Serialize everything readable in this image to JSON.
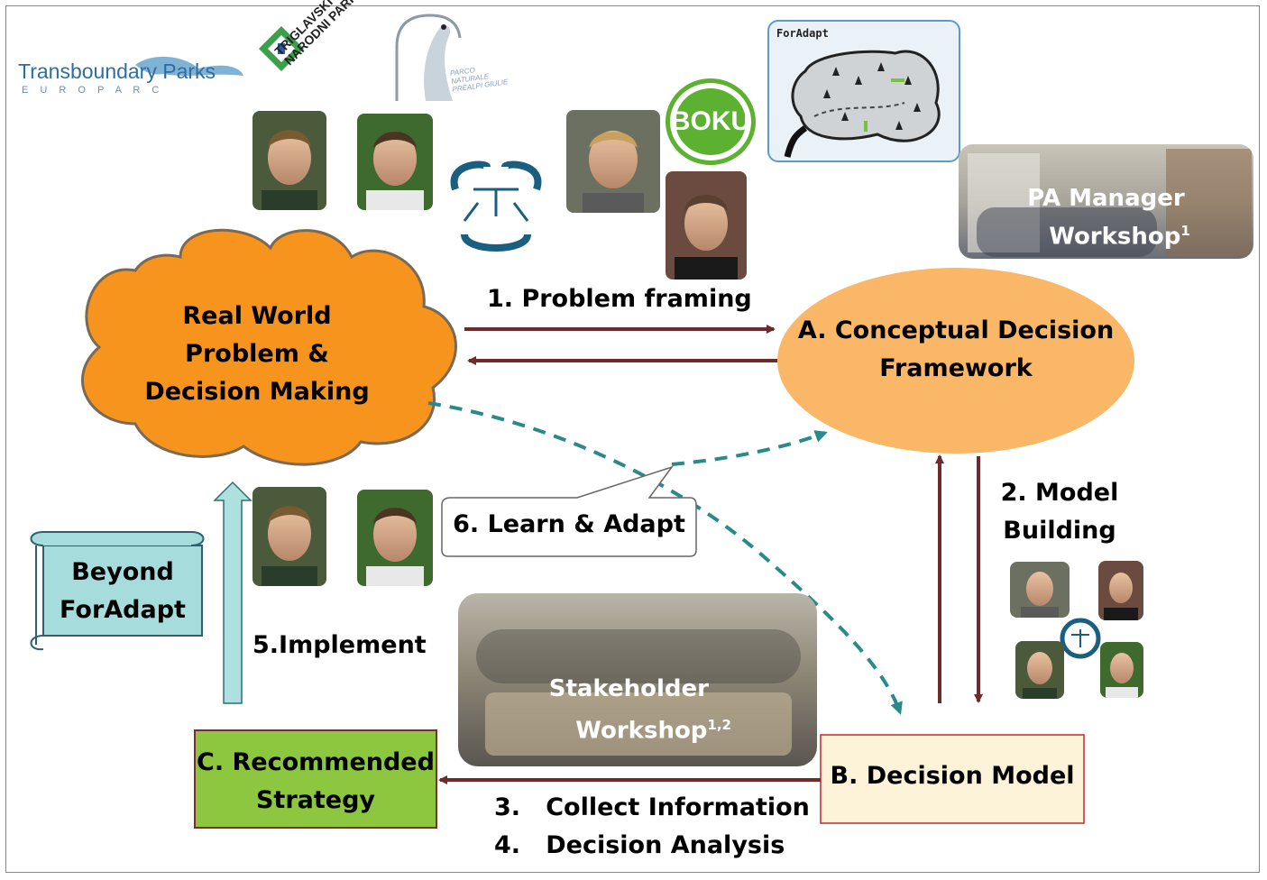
{
  "logos": {
    "transboundary_title": "Transboundary Parks",
    "europarc": "E U R O P A R C",
    "triglav": "TRIGLAVSKI NARODNI PARK",
    "prealpi": "PARCO NATURALE PREALPI GIULIE",
    "boku": "BOKU",
    "foradapt_map_title": "ForAdapt"
  },
  "nodes": {
    "real_world": [
      "Real World",
      "Problem &",
      "Decision Making"
    ],
    "conceptual": [
      "A. Conceptual Decision",
      "Framework"
    ],
    "decision_model": "B. Decision Model",
    "recommended": [
      "C. Recommended",
      "Strategy"
    ],
    "beyond": [
      "Beyond",
      "ForAdapt"
    ]
  },
  "edges": {
    "problem_framing": "1. Problem framing",
    "model_building": [
      "2. Model",
      "Building"
    ],
    "collect_info": "3.   Collect Information",
    "decision_analysis": "4.   Decision Analysis",
    "implement": "5.Implement",
    "learn_adapt": "6. Learn & Adapt"
  },
  "workshops": {
    "pa_manager": [
      "PA Manager",
      "Workshop"
    ],
    "pa_manager_sup": "1",
    "stakeholder": [
      "Stakeholder",
      "Workshop"
    ],
    "stakeholder_sup": "1,2"
  },
  "colors": {
    "cloud": "#f7941d",
    "ellipse": "#fbb768",
    "decision_model_fill": "#fdf3d9",
    "recommended_fill": "#8dc63f",
    "scroll_fill": "#a7dcdc",
    "arrow_dark": "#6d2b2b",
    "dashed_teal": "#2a8a8a",
    "implement_arrow": "#aee0e0"
  }
}
